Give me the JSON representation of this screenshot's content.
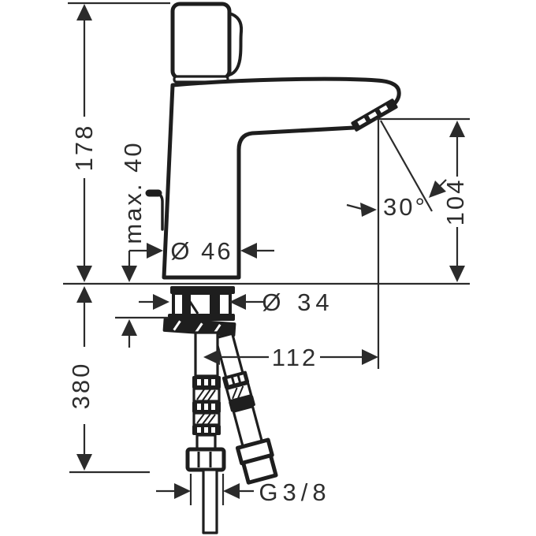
{
  "drawing": {
    "type": "technical-dimension-drawing",
    "subject": "single-hole basin mixer faucet, side view with supply hoses",
    "colors": {
      "background": "#ffffff",
      "line": "#1e1e1e",
      "dimension": "#2b2b2b"
    }
  },
  "dimensions": {
    "total_height": "178",
    "max_mounting_depth": "max. 40",
    "hose_length_below_deck": "380",
    "base_diameter": "Ø 46",
    "shank_diameter": "Ø 34",
    "outlet_height": "104",
    "outlet_angle": "30°",
    "spout_reach": "112",
    "connection_thread": "G3/8"
  }
}
